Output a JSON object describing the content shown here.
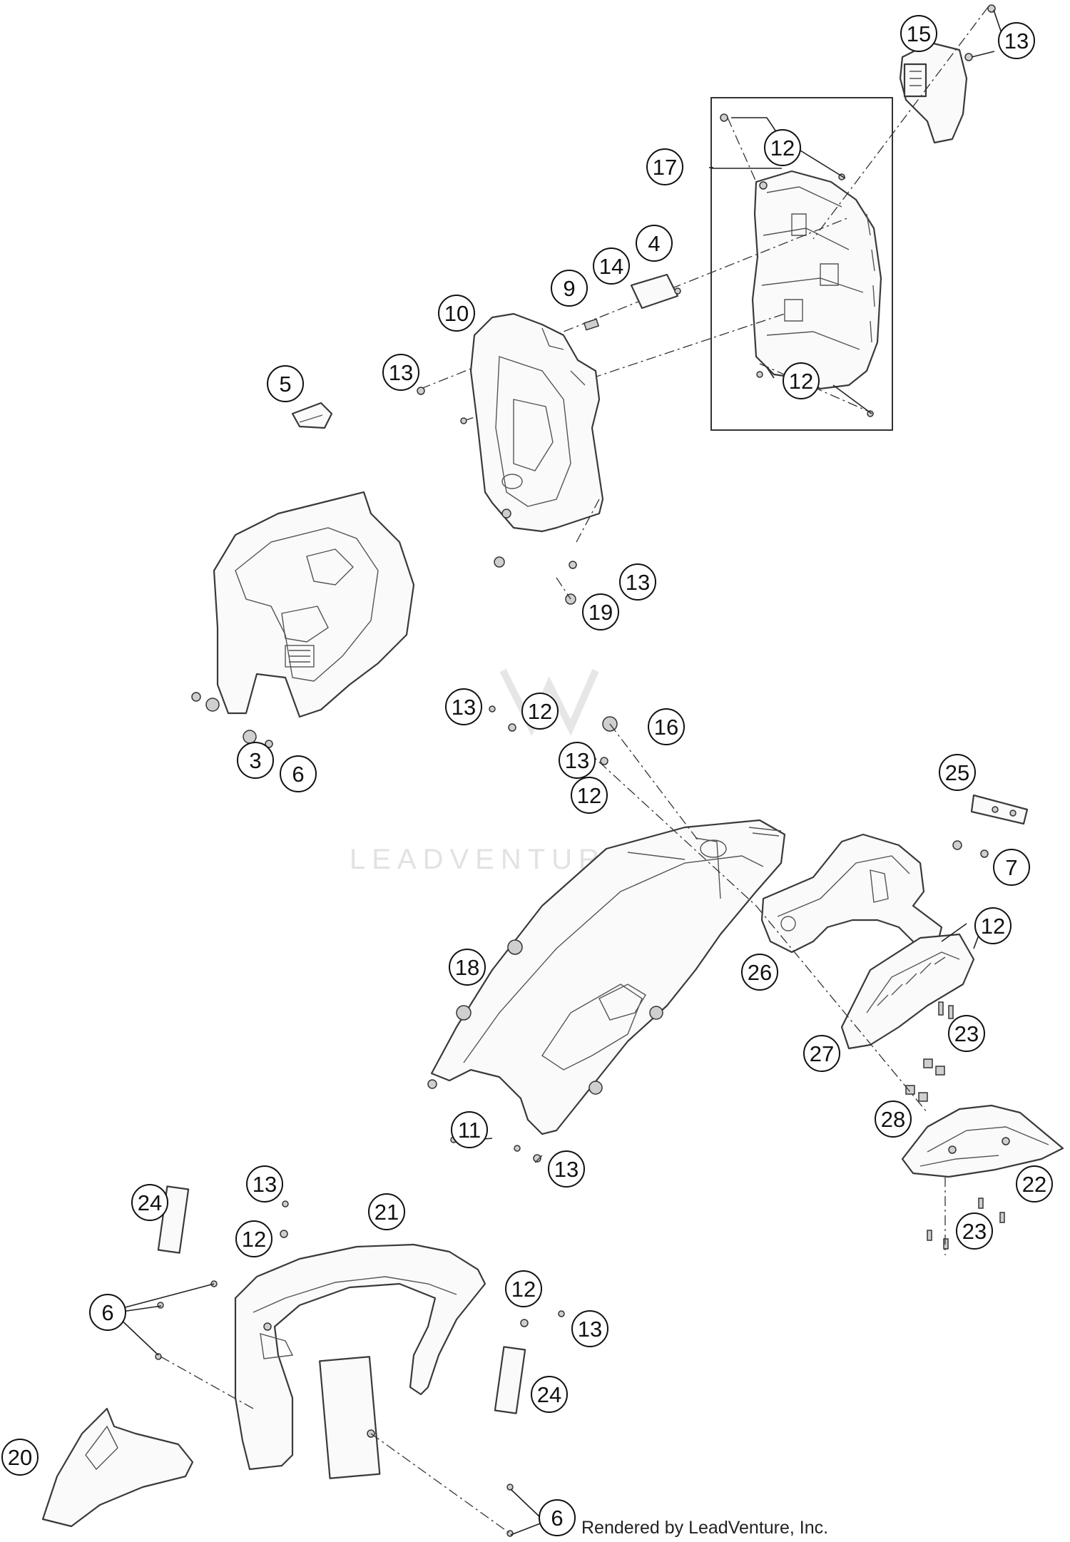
{
  "diagram": {
    "watermark": "LEADVENTURE",
    "credit": "Rendered by LeadVenture, Inc.",
    "callouts": [
      {
        "id": "c15",
        "label": "15"
      },
      {
        "id": "c13a",
        "label": "13"
      },
      {
        "id": "c17",
        "label": "17"
      },
      {
        "id": "c12a",
        "label": "12"
      },
      {
        "id": "c4",
        "label": "4"
      },
      {
        "id": "c14",
        "label": "14"
      },
      {
        "id": "c9",
        "label": "9"
      },
      {
        "id": "c10",
        "label": "10"
      },
      {
        "id": "c13b",
        "label": "13"
      },
      {
        "id": "c12b",
        "label": "12"
      },
      {
        "id": "c5",
        "label": "5"
      },
      {
        "id": "c13c",
        "label": "13"
      },
      {
        "id": "c19",
        "label": "19"
      },
      {
        "id": "c13d",
        "label": "13"
      },
      {
        "id": "c12c",
        "label": "12"
      },
      {
        "id": "c16",
        "label": "16"
      },
      {
        "id": "c13e",
        "label": "13"
      },
      {
        "id": "c12d",
        "label": "12"
      },
      {
        "id": "c3",
        "label": "3"
      },
      {
        "id": "c6a",
        "label": "6"
      },
      {
        "id": "c25",
        "label": "25"
      },
      {
        "id": "c7",
        "label": "7"
      },
      {
        "id": "c12e",
        "label": "12"
      },
      {
        "id": "c26",
        "label": "26"
      },
      {
        "id": "c18",
        "label": "18"
      },
      {
        "id": "c23a",
        "label": "23"
      },
      {
        "id": "c27",
        "label": "27"
      },
      {
        "id": "c28",
        "label": "28"
      },
      {
        "id": "c11",
        "label": "11"
      },
      {
        "id": "c13f",
        "label": "13"
      },
      {
        "id": "c22",
        "label": "22"
      },
      {
        "id": "c23b",
        "label": "23"
      },
      {
        "id": "c24a",
        "label": "24"
      },
      {
        "id": "c13g",
        "label": "13"
      },
      {
        "id": "c21",
        "label": "21"
      },
      {
        "id": "c12f",
        "label": "12"
      },
      {
        "id": "c6b",
        "label": "6"
      },
      {
        "id": "c12g",
        "label": "12"
      },
      {
        "id": "c13h",
        "label": "13"
      },
      {
        "id": "c24b",
        "label": "24"
      },
      {
        "id": "c20",
        "label": "20"
      },
      {
        "id": "c6c",
        "label": "6"
      }
    ]
  }
}
